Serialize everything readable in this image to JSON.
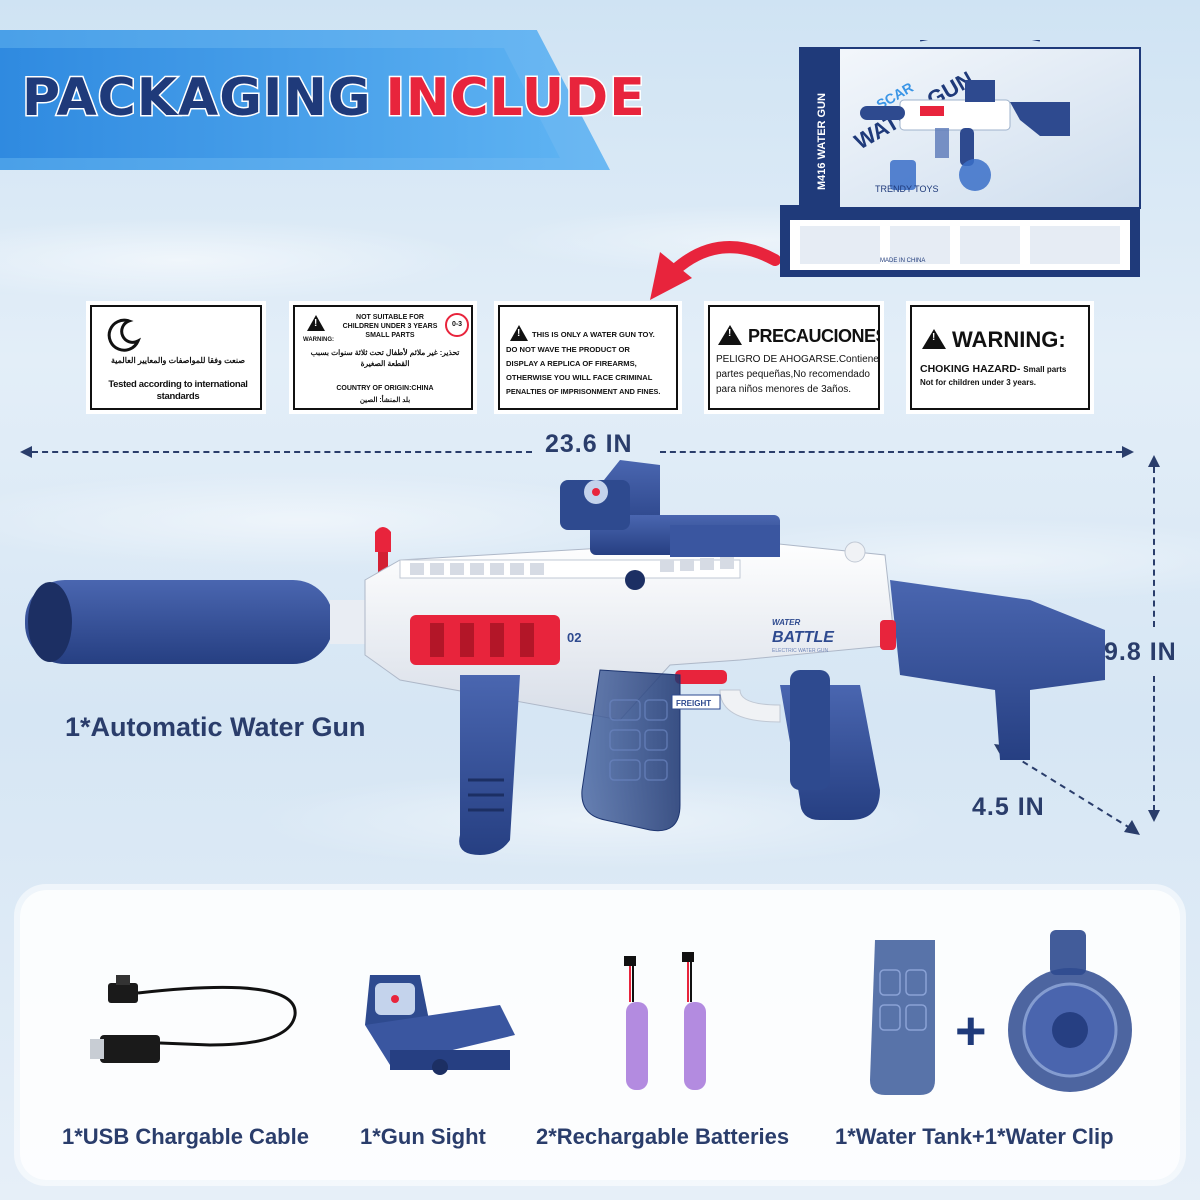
{
  "header": {
    "title_part1": "PACKAGING",
    "title_part2": "INCLUDE"
  },
  "box": {
    "brand": "SCAR",
    "name": "WATER GUN",
    "model": "M416 WATER GUN",
    "tagline": "TRENDY TOYS",
    "made_in": "MADE IN CHINA"
  },
  "labels": {
    "card1": {
      "arabic": "صنعت وفقا للمواصفات والمعايير العالمية",
      "text": "Tested according to international standards"
    },
    "card2": {
      "line1": "NOT SUITABLE FOR",
      "line2": "CHILDREN UNDER 3 YEARS",
      "line3": "SMALL PARTS",
      "warning": "WARNING:",
      "arabic": "تحذير: غير ملائم لأطفال تحت ثلاثة سنوات بسبب القطعة الصغيرة",
      "origin": "COUNTRY OF ORIGIN:CHINA",
      "origin_ar": "بلد المنشأ: الصين",
      "age_badge": "0-3"
    },
    "card3": {
      "line1": "THIS IS ONLY A WATER GUN TOY.",
      "line2": "DO NOT WAVE THE PRODUCT OR",
      "line3": "DISPLAY A REPLICA OF FIREARMS,",
      "line4": "OTHERWISE YOU WILL FACE CRIMINAL",
      "line5": "PENALTIES OF IMPRISONMENT AND FINES."
    },
    "card4": {
      "title": "PRECAUCIONES:",
      "line1": "PELIGRO DE AHOGARSE.Contiene",
      "line2": "partes pequeñas,No recomendado",
      "line3": "para niños menores de 3años."
    },
    "card5": {
      "title": "WARNING:",
      "line1": "CHOKING HAZARD-",
      "line1b": "Small parts",
      "line2": "Not for children under 3 years."
    }
  },
  "dimensions": {
    "length": "23.6 IN",
    "height": "9.8 IN",
    "depth": "4.5 IN"
  },
  "gun": {
    "label": "1*Automatic Water Gun",
    "number": "02",
    "brand_top": "WATER",
    "brand": "BATTLE",
    "brand_sub": "ELECTRIC WATER GUN",
    "mag_text": "FREIGHT"
  },
  "accessories": [
    {
      "label": "1*USB Chargable Cable",
      "icon": "usb-cable-icon"
    },
    {
      "label": "1*Gun Sight",
      "icon": "gun-sight-icon"
    },
    {
      "label": "2*Rechargable Batteries",
      "icon": "battery-icon"
    },
    {
      "label": "1*Water Tank+1*Water Clip",
      "icon": "water-tank-icon"
    }
  ],
  "plus_sign": "+",
  "colors": {
    "navy": "#2a3d6b",
    "gun_blue": "#2e4a8f",
    "accent_red": "#e8243c",
    "banner_blue": "#3a95e6",
    "battery_purple": "#b38be0"
  }
}
